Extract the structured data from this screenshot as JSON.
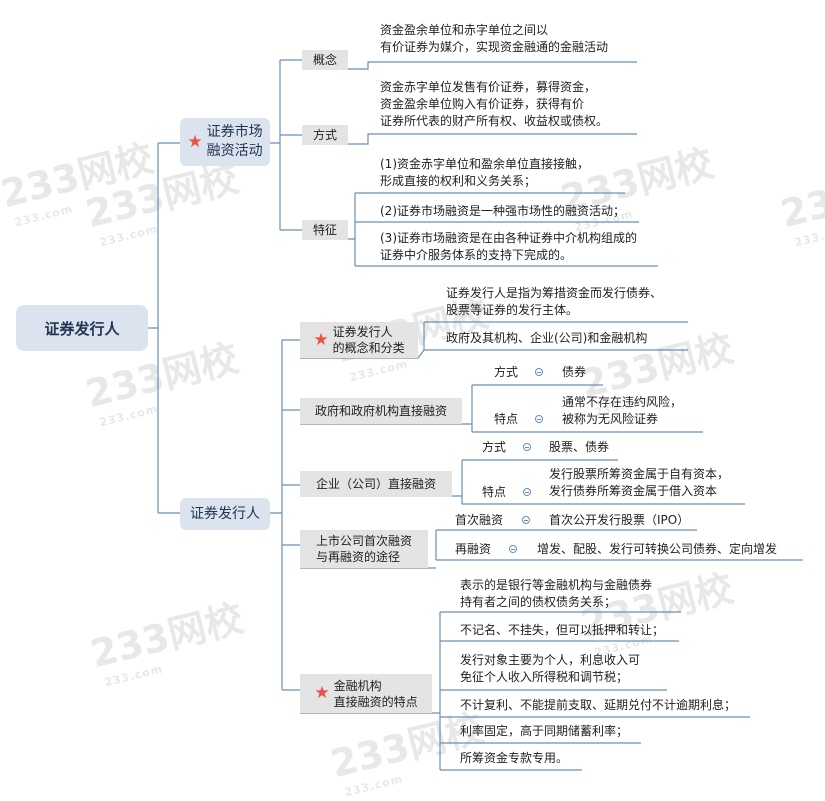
{
  "root": "证券发行人",
  "branches": [
    {
      "label_lines": [
        "证券市场",
        "融资活动"
      ],
      "starred": true,
      "children": [
        {
          "label": "概念",
          "texts": [
            [
              "资金盈余单位和赤字单位之间以",
              "有价证券为媒介，实现资金融通的金融活动"
            ]
          ]
        },
        {
          "label": "方式",
          "texts": [
            [
              "资金赤字单位发售有价证券，募得资金，",
              "资金盈余单位购入有价证券，获得有价",
              "证券所代表的财产所有权、收益权或债权。"
            ]
          ]
        },
        {
          "label": "特征",
          "texts": [
            [
              "(1)资金赤字单位和盈余单位直接接触，",
              "形成直接的权利和义务关系；"
            ],
            [
              "(2)证券市场融资是一种强市场性的融资活动；"
            ],
            [
              "(3)证券市场融资是在由各种证券中介机构组成的",
              "证券中介服务体系的支持下完成的。"
            ]
          ]
        }
      ]
    },
    {
      "label_lines": [
        "证券发行人"
      ],
      "starred": false,
      "children": [
        {
          "label_lines": [
            "证券发行人",
            "的概念和分类"
          ],
          "starred": true,
          "texts": [
            [
              "证券发行人是指为筹措资金而发行债券、",
              "股票等证券的发行主体。"
            ],
            [
              "政府及其机构、企业(公司)和金融机构"
            ]
          ]
        },
        {
          "label_lines": [
            "政府和政府机构直接融资"
          ],
          "starred": false,
          "pairs": [
            {
              "key": "方式",
              "value_lines": [
                "债券"
              ]
            },
            {
              "key": "特点",
              "value_lines": [
                "通常不存在违约风险，",
                "被称为无风险证券"
              ]
            }
          ]
        },
        {
          "label_lines": [
            "企业（公司）直接融资"
          ],
          "starred": false,
          "pairs": [
            {
              "key": "方式",
              "value_lines": [
                "股票、债券"
              ]
            },
            {
              "key": "特点",
              "value_lines": [
                "发行股票所筹资金属于自有资本，",
                "发行债券所筹资金属于借入资本"
              ]
            }
          ]
        },
        {
          "label_lines": [
            "上市公司首次融资",
            "与再融资的途径"
          ],
          "starred": false,
          "pairs": [
            {
              "key": "首次融资",
              "value_lines": [
                "首次公开发行股票（IPO）"
              ]
            },
            {
              "key": "再融资",
              "value_lines": [
                "增发、配股、发行可转换公司债券、定向增发"
              ]
            }
          ]
        },
        {
          "label_lines": [
            "金融机构",
            "直接融资的特点"
          ],
          "starred": true,
          "texts": [
            [
              "表示的是银行等金融机构与金融债券",
              "持有者之间的债权债务关系；"
            ],
            [
              "不记名、不挂失，但可以抵押和转让；"
            ],
            [
              "发行对象主要为个人，利息收入可",
              "免征个人收入所得税和调节税；"
            ],
            [
              "不计复利、不能提前支取、延期兑付不计逾期利息；"
            ],
            [
              "利率固定，高于同期储蓄利率；"
            ],
            [
              "所筹资金专款专用。"
            ]
          ]
        }
      ]
    }
  ],
  "watermark": {
    "text": "233网校",
    "url": "233.com"
  },
  "colors": {
    "line": "#6c8fb8",
    "node_fill": "#dbe3ee",
    "tag_fill": "#e4e4e4",
    "star": "#e8524a"
  }
}
